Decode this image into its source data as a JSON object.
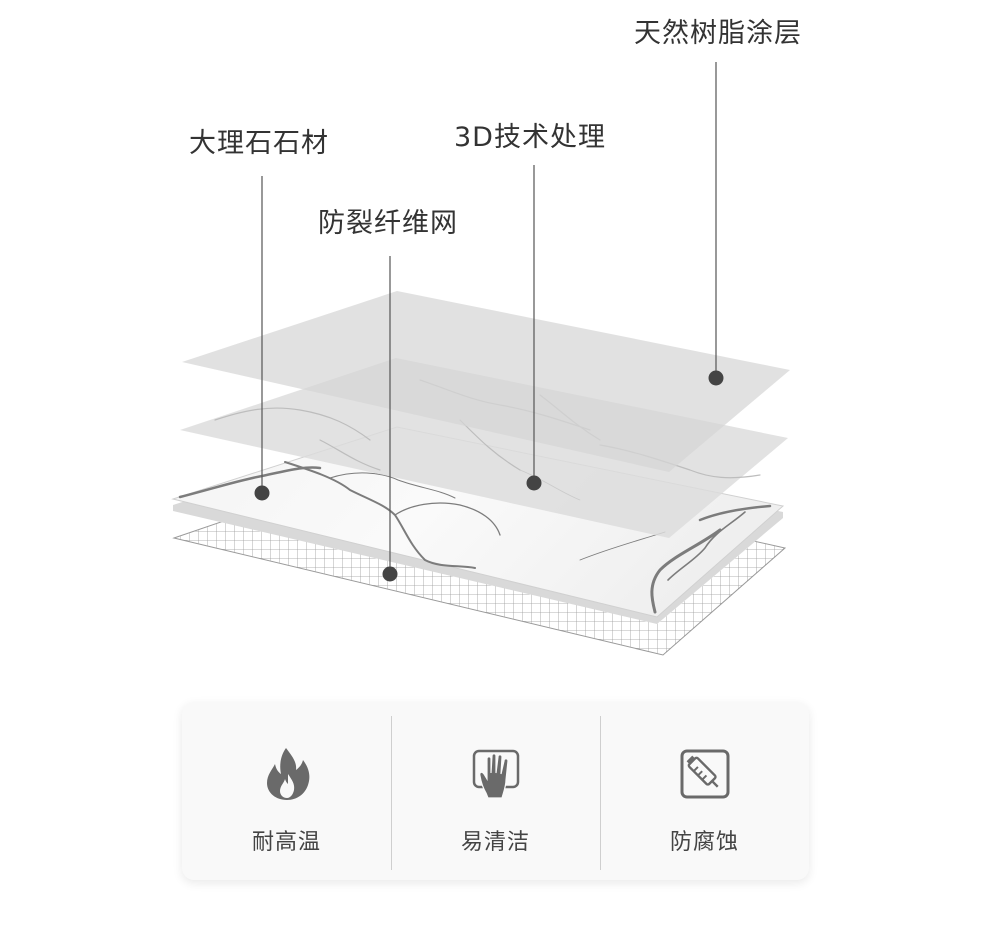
{
  "layers": [
    {
      "id": "resin",
      "label": "天然树脂涂层"
    },
    {
      "id": "3d",
      "label": "3D技术处理"
    },
    {
      "id": "marble",
      "label": "大理石石材"
    },
    {
      "id": "mesh",
      "label": "防裂纤维网"
    }
  ],
  "features": [
    {
      "label": "耐高温",
      "icon": "flame-icon"
    },
    {
      "label": "易清洁",
      "icon": "hand-icon"
    },
    {
      "label": "防腐蚀",
      "icon": "tube-icon"
    }
  ],
  "colors": {
    "text": "#333333",
    "leader": "#555555",
    "dot": "#444444",
    "icon": "#6a6a6a",
    "card": "#f9f9f9"
  }
}
